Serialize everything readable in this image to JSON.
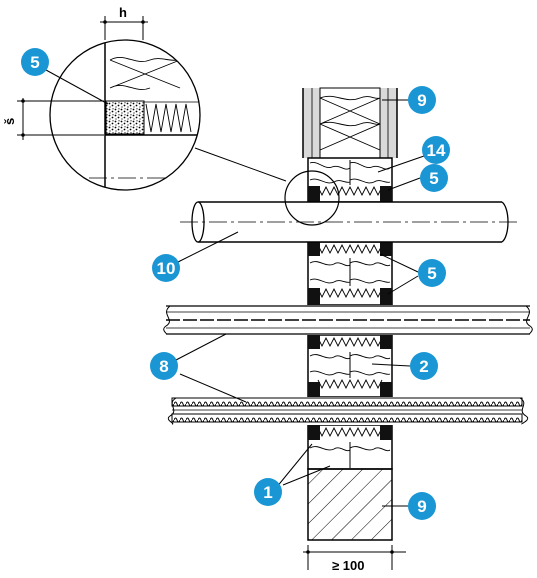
{
  "colors": {
    "badge": "#1b96d4",
    "badge_text": "#ffffff",
    "line": "#000000",
    "wall_fill": "#d9d9d9",
    "black_seal": "#111111"
  },
  "dimensions": {
    "h_label": "h",
    "s_label": "š",
    "wall_width_label": "≥ 100"
  },
  "callouts": [
    {
      "id": "c5-detail",
      "text": "5"
    },
    {
      "id": "c9-top",
      "text": "9"
    },
    {
      "id": "c14",
      "text": "14"
    },
    {
      "id": "c5-pipe",
      "text": "5"
    },
    {
      "id": "c10",
      "text": "10"
    },
    {
      "id": "c5-middle",
      "text": "5"
    },
    {
      "id": "c8",
      "text": "8"
    },
    {
      "id": "c2",
      "text": "2"
    },
    {
      "id": "c1",
      "text": "1"
    },
    {
      "id": "c9-bottom",
      "text": "9"
    }
  ]
}
